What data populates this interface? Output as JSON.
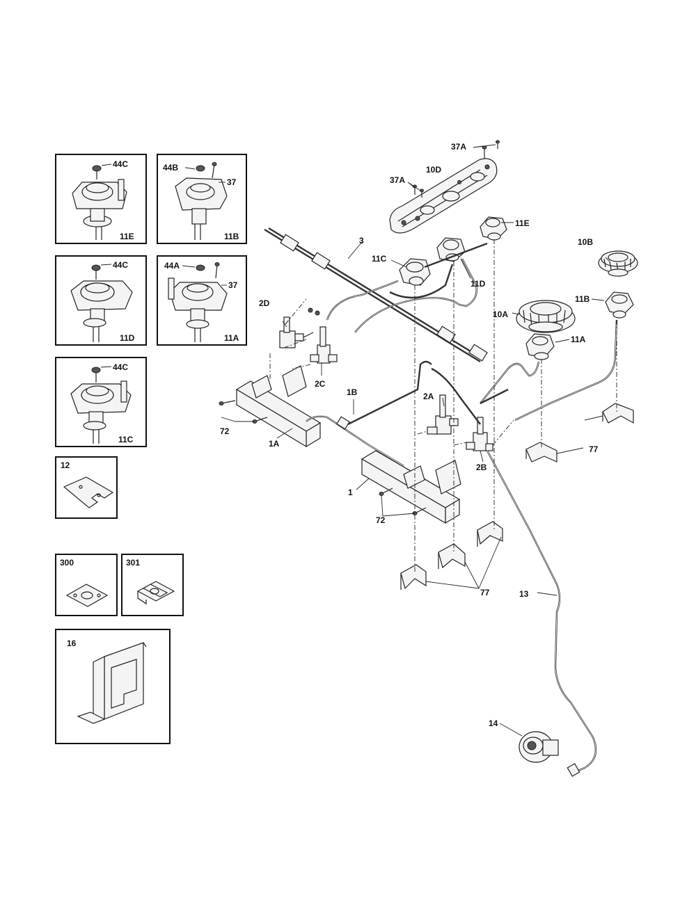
{
  "insets": {
    "11E": {
      "box": "11E",
      "screw": "44C"
    },
    "11B": {
      "box": "11B",
      "screw": "44B",
      "pin": "37"
    },
    "11D": {
      "box": "11D",
      "screw": "44C"
    },
    "11A": {
      "box": "11A",
      "screw": "44A",
      "pin": "37"
    },
    "11C": {
      "box": "11C",
      "screw": "44C"
    },
    "12": {
      "box": "12"
    },
    "300": {
      "box": "300"
    },
    "301": {
      "box": "301"
    },
    "16": {
      "box": "16"
    }
  },
  "callouts": {
    "c37a_top": "37A",
    "c37a_left": "37A",
    "c10d": "10D",
    "c11e": "11E",
    "c3": "3",
    "c11c": "11C",
    "c11d": "11D",
    "c10b": "10B",
    "c2d": "2D",
    "c10a": "10A",
    "c11b": "11B",
    "c11a": "11A",
    "c2c": "2C",
    "c1b": "1B",
    "c2a": "2A",
    "c72_left": "72",
    "c1a": "1A",
    "c77_right": "77",
    "c2b": "2B",
    "c1": "1",
    "c72_mid": "72",
    "c77_bottom": "77",
    "c13": "13",
    "c14": "14"
  }
}
